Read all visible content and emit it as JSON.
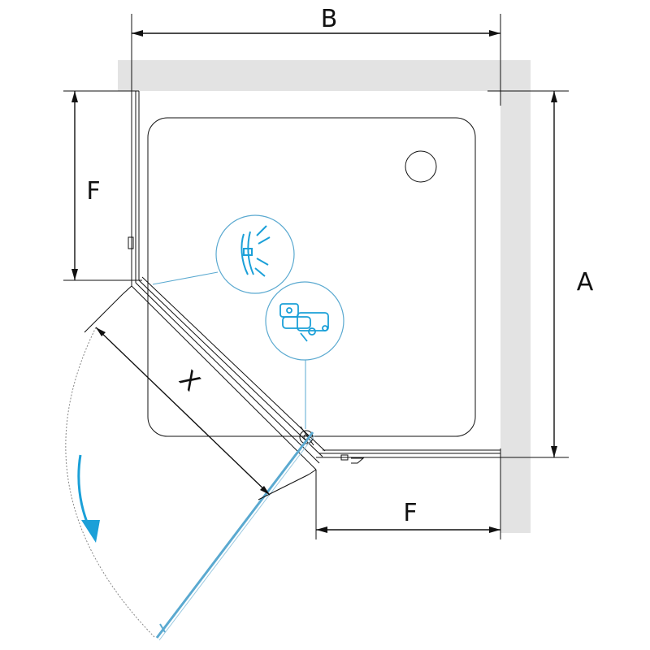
{
  "labels": {
    "width": "B",
    "depth": "A",
    "side_left": "F",
    "side_bottom": "F",
    "door": "X"
  },
  "colors": {
    "accent": "#1ba0d8",
    "line": "#111111",
    "wall": "#e3e3e3"
  },
  "icons": {
    "arrow": "swing-arrow-icon",
    "drain": "drain-icon",
    "hinge": "hinge-detail-icon",
    "seal": "seal-profile-icon"
  }
}
